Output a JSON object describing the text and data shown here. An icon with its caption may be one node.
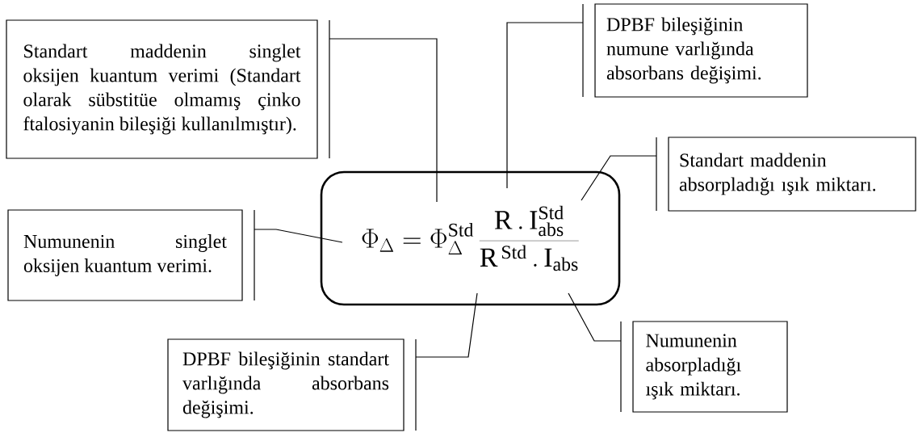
{
  "diagram": {
    "nodes": [
      {
        "text": [
          "Standart maddenin singlet oksijen kuantum verimi (Standart olarak sübstitüe olmamış çinko ftalosiyanin bileşiği kullanılmıştır)."
        ]
      },
      {
        "text": [
          "DPBF bileşiğinin numune varlığında absorbans değişimi."
        ]
      },
      {
        "text": [
          "Standart maddenin absorpladığı ışık miktarı."
        ]
      },
      {
        "text": [
          "Numunenin singlet oksijen kuantum verimi."
        ]
      },
      {
        "text": [
          "\\Phi_{\\Delta} = \\Phi_{\\Delta}^{\\mathrm{Std}}\\,\\frac{\\mathrm{R}\\,.\\,\\mathrm{I}_{\\mathrm{abs}}^{\\mathrm{Std}}}{\\mathrm{R}^{\\,\\mathrm{Std}}\\,.\\,\\mathrm{I}_{\\mathrm{abs}}}"
        ]
      },
      {
        "text": [
          "DPBF bileşiğinin standart varlığında absorbans değişimi."
        ]
      },
      {
        "text": [
          "Numunenin absorpladığı ışık miktarı."
        ]
      }
    ],
    "edges": [
      {
        "from": 0,
        "to": 4,
        "arrow": "none"
      },
      {
        "from": 1,
        "to": 4,
        "arrow": "none"
      },
      {
        "from": 2,
        "to": 4,
        "arrow": "none"
      },
      {
        "from": 3,
        "to": 4,
        "arrow": "none"
      },
      {
        "from": 5,
        "to": 4,
        "arrow": "none"
      },
      {
        "from": 6,
        "to": 4,
        "arrow": "none"
      }
    ]
  }
}
